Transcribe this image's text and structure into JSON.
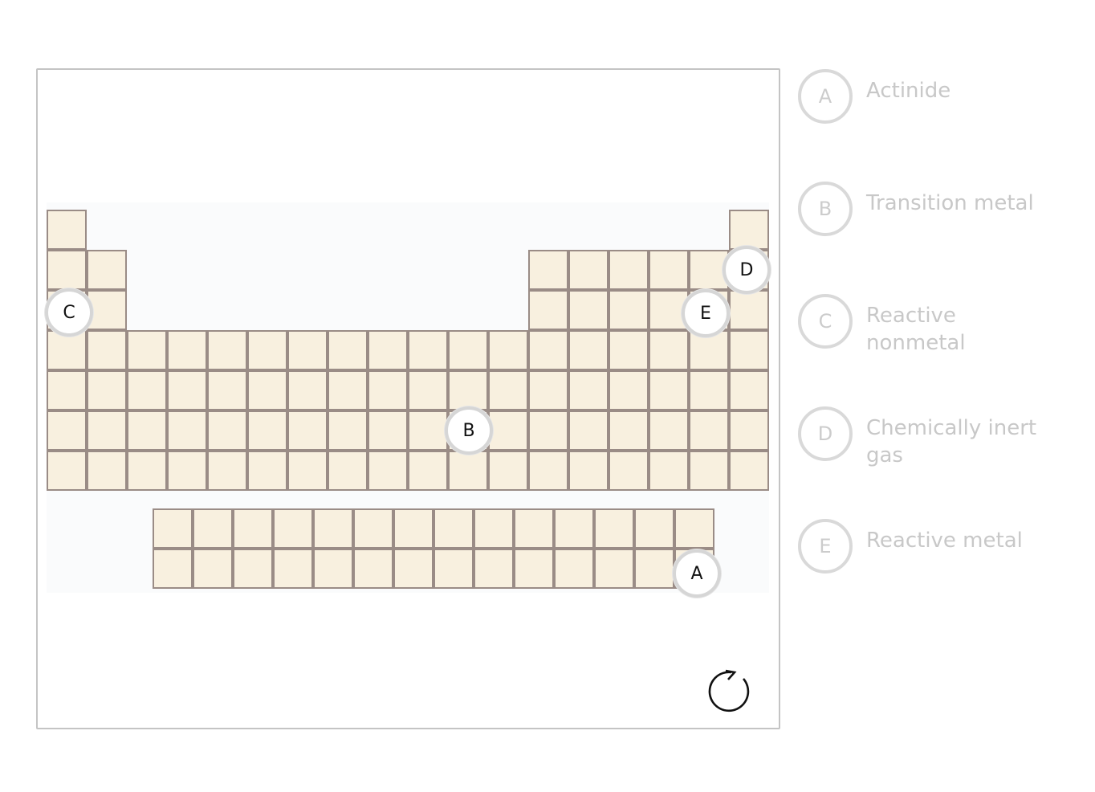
{
  "markers": {
    "A": "A",
    "B": "B",
    "C": "C",
    "D": "D",
    "E": "E"
  },
  "legend": [
    {
      "letter": "A",
      "label": "Actinide"
    },
    {
      "letter": "B",
      "label": "Transition metal"
    },
    {
      "letter": "C",
      "label": "Reactive nonmetal"
    },
    {
      "letter": "D",
      "label": "Chemically inert gas"
    },
    {
      "letter": "E",
      "label": "Reactive metal"
    }
  ],
  "icons": {
    "reset": "reset-icon"
  },
  "colors": {
    "cell_fill": "#f8f0df",
    "cell_border": "#9a8c86",
    "legend_text": "#c8c8c8"
  }
}
